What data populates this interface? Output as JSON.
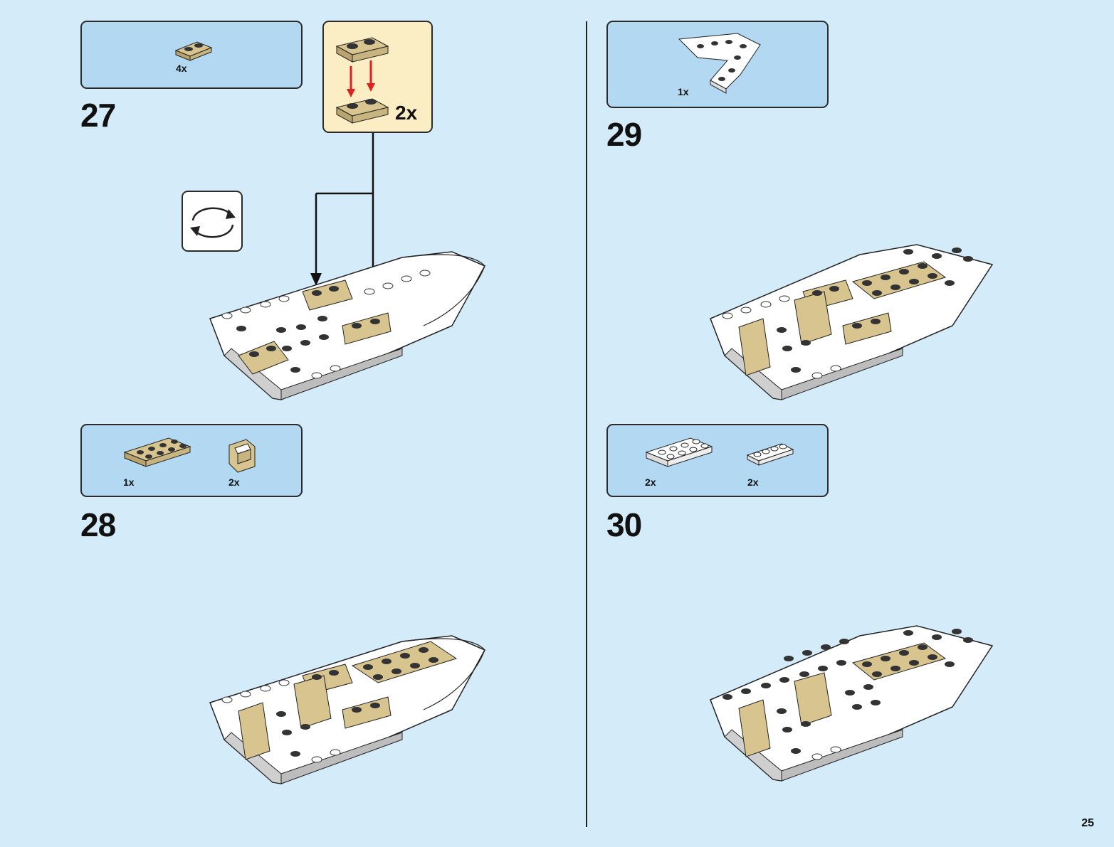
{
  "page_number": "25",
  "steps": [
    {
      "number": "27",
      "parts": [
        {
          "qty": "4x",
          "icon": "tan-plate-1x2-icon"
        }
      ],
      "subassembly_qty": "2x",
      "rotate": true
    },
    {
      "number": "28",
      "parts": [
        {
          "qty": "1x",
          "icon": "tan-plate-2x4-icon"
        },
        {
          "qty": "2x",
          "icon": "tan-handle-bracket-icon"
        }
      ]
    },
    {
      "number": "29",
      "parts": [
        {
          "qty": "1x",
          "icon": "white-wedge-plate-icon"
        }
      ]
    },
    {
      "number": "30",
      "parts": [
        {
          "qty": "2x",
          "icon": "white-plate-2x4-icon"
        },
        {
          "qty": "2x",
          "icon": "white-plate-1x4-icon"
        }
      ]
    }
  ],
  "colors": {
    "background": "#d4ebf9",
    "parts_box": "#b3d8f1",
    "subassembly_box": "#fbeec4",
    "tan": "#d8c48f",
    "white_brick": "#ffffff",
    "arrow_red": "#e02020"
  }
}
